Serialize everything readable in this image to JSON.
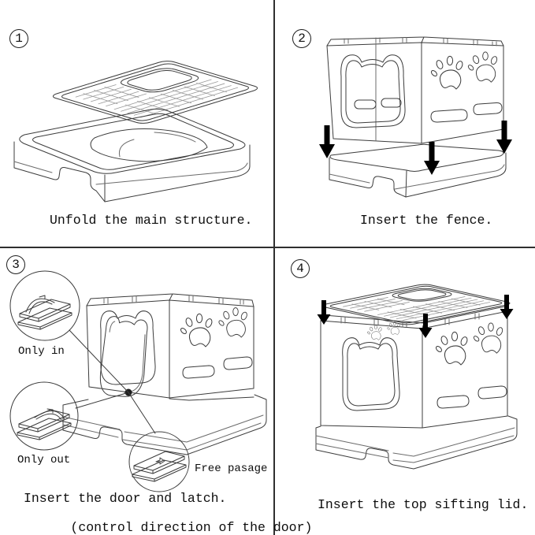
{
  "document": {
    "type": "assembly-instruction-sheet",
    "product": "foldable cat litter box"
  },
  "steps": [
    {
      "number": "1",
      "caption": "Unfold the main structure."
    },
    {
      "number": "2",
      "caption": "Insert the fence."
    },
    {
      "number": "3",
      "caption": "Insert the door and latch.",
      "caption_note": "(control direction of the door)",
      "annotations": {
        "only_in": "Only in",
        "only_out": "Only out",
        "free_passage": "Free pasage"
      }
    },
    {
      "number": "4",
      "caption": "Insert the top sifting lid."
    }
  ],
  "colors": {
    "background": "#ffffff",
    "divider": "#2f2f2f",
    "line_art": "#3c3c3c",
    "mesh": "#9a9a9a",
    "arrow": "#000000",
    "text": "#0d0d0d"
  }
}
